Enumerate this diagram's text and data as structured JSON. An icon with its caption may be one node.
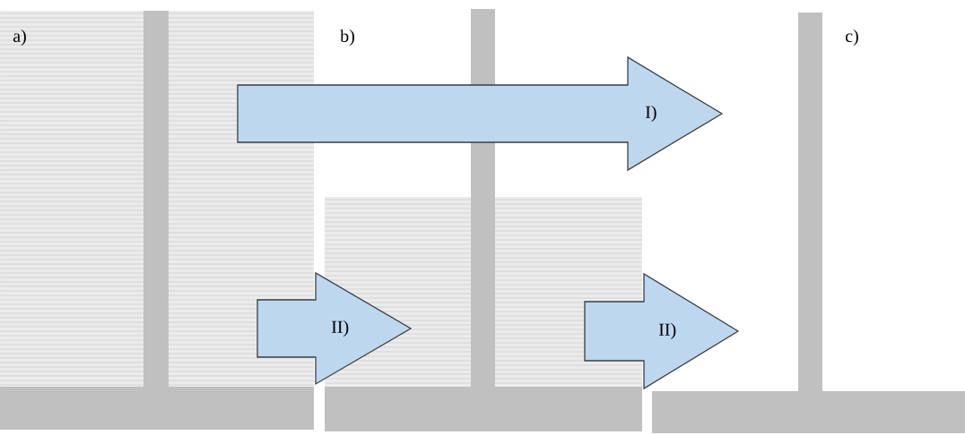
{
  "diagram": {
    "nodes": [
      {
        "text": [
          "I)"
        ]
      },
      {
        "text": [
          "II)"
        ]
      },
      {
        "text": [
          "II)"
        ]
      }
    ],
    "labels": [
      "a)",
      "b)",
      "c)"
    ]
  }
}
